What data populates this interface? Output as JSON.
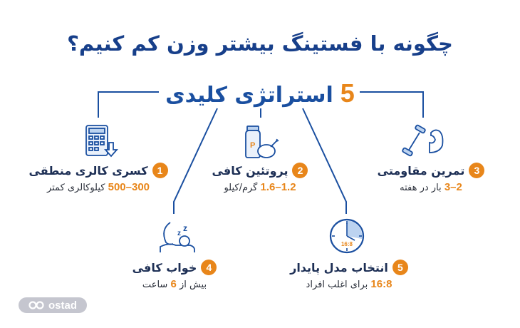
{
  "header": {
    "title": "چگونه با فستینگ بیشتر وزن کم کنیم؟",
    "subtitle_number": "5",
    "subtitle_text": "استراتژی کلیدی"
  },
  "strategies": [
    {
      "number": "1",
      "title": "کسری کالری منطقی",
      "highlight": "300–500",
      "detail": "کیلوکالری کمتر",
      "icon": "calculator-down-icon"
    },
    {
      "number": "2",
      "title": "پروتئین کافی",
      "highlight": "1.2–1.6",
      "detail": "گرم/کیلو",
      "icon": "protein-jar-chicken-icon"
    },
    {
      "number": "3",
      "title": "تمرین مقاومتی",
      "highlight": "2–3",
      "detail": "بار در هفته",
      "icon": "dumbbell-muscle-icon"
    },
    {
      "number": "4",
      "title": "خواب کافی",
      "detail_pre": "بیش از",
      "highlight": "6",
      "detail": "ساعت",
      "icon": "sleep-moon-icon"
    },
    {
      "number": "5",
      "title": "انتخاب مدل پایدار",
      "highlight": "16:8",
      "detail": "برای اغلب افراد",
      "icon": "clock-icon",
      "clock_label": "16:8"
    }
  ],
  "brand": {
    "name": "ostad"
  },
  "colors": {
    "primary": "#1a4fa0",
    "accent": "#e8861a",
    "text": "#1d2f55"
  }
}
